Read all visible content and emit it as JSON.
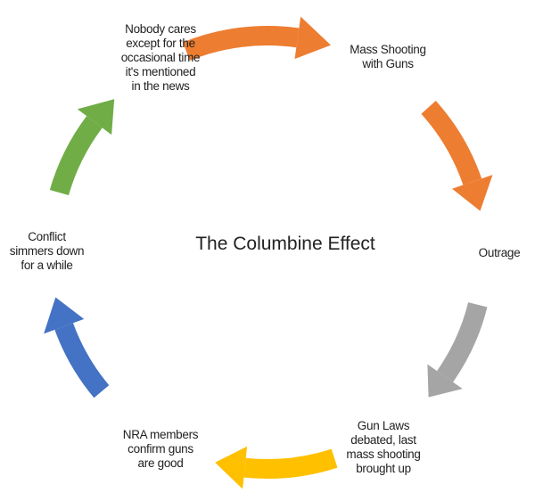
{
  "title": "The Columbine Effect",
  "steps": [
    {
      "label": "Mass Shooting\nwith Guns"
    },
    {
      "label": "Outrage"
    },
    {
      "label": "Gun Laws\ndebated, last\nmass shooting\nbrought up"
    },
    {
      "label": "NRA members\nconfirm guns\nare good"
    },
    {
      "label": "Conflict\nsimmers down\nfor a while"
    },
    {
      "label": "Nobody cares\nexcept for the\noccasional time\nit's mentioned\nin the news"
    }
  ],
  "arrow_colors": [
    "#ED7D31",
    "#ED7D31",
    "#A5A5A5",
    "#FFC000",
    "#4472C4",
    "#70AD47"
  ]
}
